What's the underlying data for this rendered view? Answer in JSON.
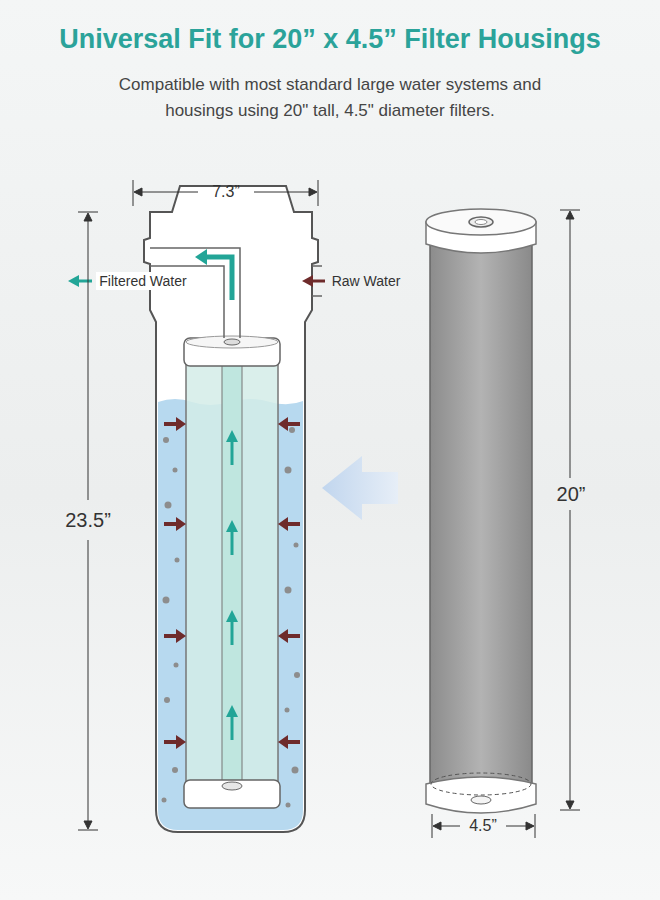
{
  "diagram": {
    "title": "Universal Fit for 20” x 4.5” Filter Housings",
    "caption": "Compatible with most standard large water systems and housings using 20\" tall, 4.5\" diameter filters.",
    "labels": [
      "7.3”",
      "Filtered Water",
      "Raw Water",
      "23.5”",
      "20”",
      "4.5”"
    ]
  }
}
